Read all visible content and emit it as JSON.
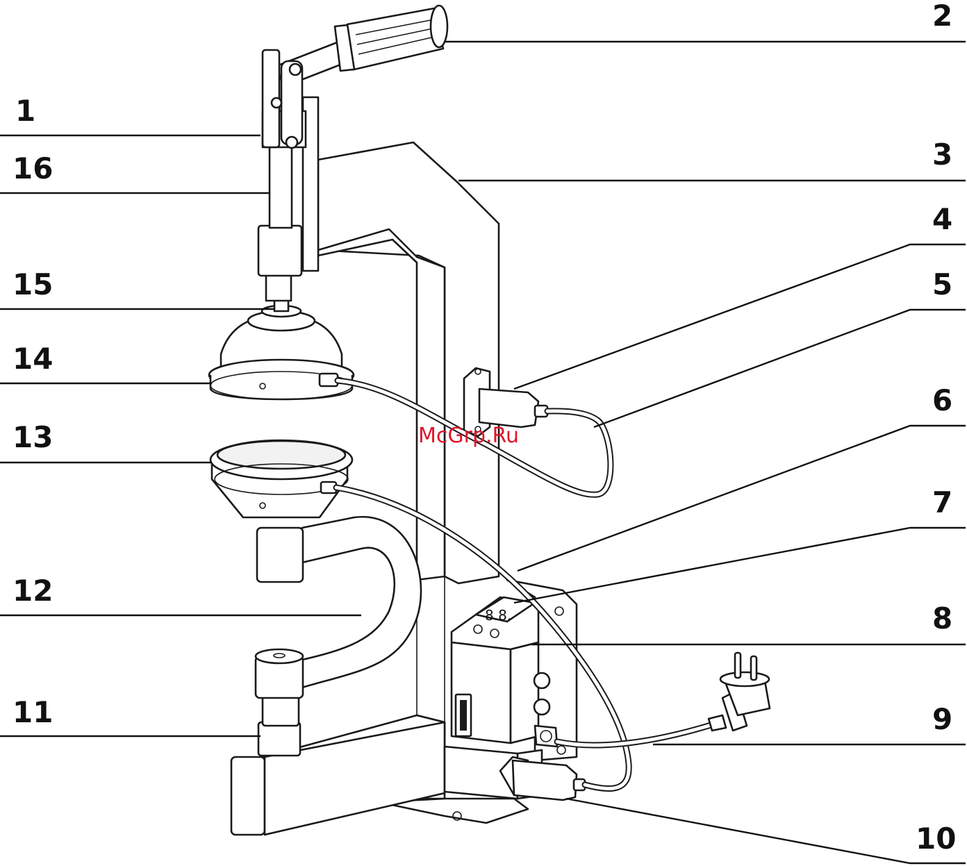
{
  "watermark": "McGrp.Ru",
  "callouts": [
    {
      "id": "1",
      "label": "1"
    },
    {
      "id": "2",
      "label": "2"
    },
    {
      "id": "3",
      "label": "3"
    },
    {
      "id": "4",
      "label": "4"
    },
    {
      "id": "5",
      "label": "5"
    },
    {
      "id": "6",
      "label": "6"
    },
    {
      "id": "7",
      "label": "7"
    },
    {
      "id": "8",
      "label": "8"
    },
    {
      "id": "9",
      "label": "9"
    },
    {
      "id": "10",
      "label": "10"
    },
    {
      "id": "11",
      "label": "11"
    },
    {
      "id": "12",
      "label": "12"
    },
    {
      "id": "13",
      "label": "13"
    },
    {
      "id": "14",
      "label": "14"
    },
    {
      "id": "15",
      "label": "15"
    },
    {
      "id": "16",
      "label": "16"
    }
  ]
}
